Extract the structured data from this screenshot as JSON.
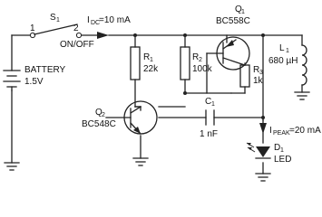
{
  "battery": {
    "name": "BATTERY",
    "value": "1.5V"
  },
  "switch": {
    "designator": "S",
    "designator_sub": "1",
    "pin1": "1",
    "pin2": "2",
    "function": "ON/OFF"
  },
  "current_idc": {
    "symbol": "I",
    "sub": "DC",
    "value": "=10 mA"
  },
  "r1": {
    "designator": "R",
    "sub": "1",
    "value": "22k"
  },
  "r2": {
    "designator": "R",
    "sub": "2",
    "value": "100k"
  },
  "r3": {
    "designator": "R",
    "sub": "3",
    "value": "1k"
  },
  "q1": {
    "designator": "Q",
    "sub": "1",
    "part": "BC558C"
  },
  "q2": {
    "designator": "Q",
    "sub": "2",
    "part": "BC548C"
  },
  "c1": {
    "designator": "C",
    "sub": "1",
    "value": "1 nF"
  },
  "l1": {
    "designator": "L",
    "sub": "1",
    "value": "680 µH"
  },
  "d1": {
    "designator": "D",
    "sub": "1",
    "part": "LED"
  },
  "current_ipeak": {
    "symbol": "I",
    "sub": "PEAK",
    "value": "=20 mA"
  },
  "colors": {
    "ink": "#222222",
    "background": "#ffffff"
  }
}
